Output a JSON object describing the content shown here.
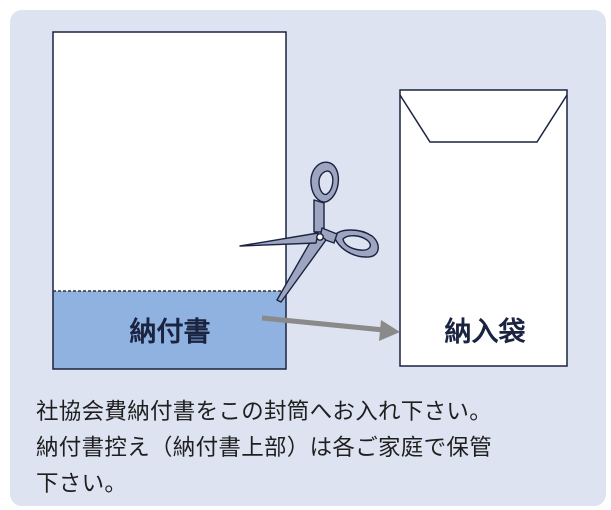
{
  "slip": {
    "label": "納付書"
  },
  "envelope": {
    "label": "納入袋"
  },
  "icons": {
    "scissors": "scissors-icon",
    "arrow": "arrow-right-icon"
  },
  "colors": {
    "panel_bg": "#dde3f1",
    "slip_fill": "#8fb2e0",
    "outline": "#1a2340",
    "arrow": "#8a8a8a",
    "scissors": "#9ea5c0"
  },
  "caption": {
    "lines": [
      "社協会費納付書をこの封筒へお入れ下さい。",
      "納付書控え（納付書上部）は各ご家庭で保管",
      "下さい。"
    ]
  }
}
